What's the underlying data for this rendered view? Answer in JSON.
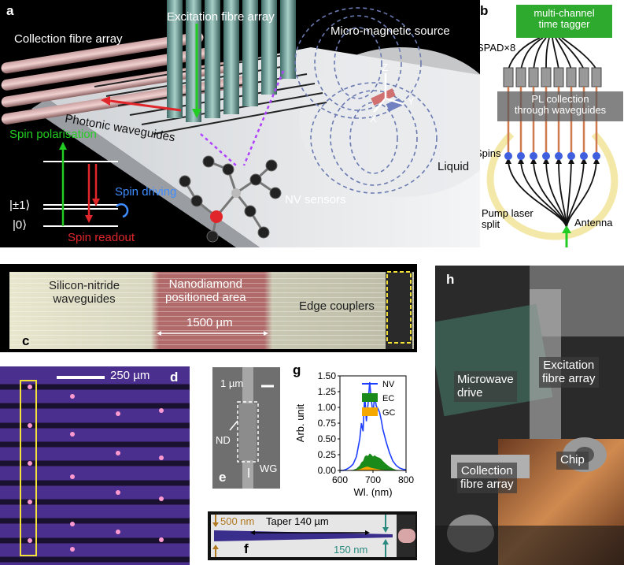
{
  "panel_a": {
    "letter": "a",
    "collection_fibre_array": "Collection fibre array",
    "excitation_fibre_array": "Excitation fibre array",
    "micro_magnetic_source": "Micro-magnetic source",
    "photonic_waveguides": "Photonic waveguides",
    "spin_polarisation": "Spin polarisation",
    "spin_driving": "Spin driving",
    "spin_readout": "Spin readout",
    "state_pm1": "|±1⟩",
    "state_0": "|0⟩",
    "nv_sensors": "NV sensors",
    "liquid": "Liquid",
    "axis_z": "Z",
    "axis_y": "Y",
    "axis_x": "X"
  },
  "panel_b": {
    "letter": "b",
    "time_tagger": "multi-channel\ntime tagger",
    "spad": "SPAD×8",
    "pl_collection": "PL collection\nthrough waveguides",
    "spins": "Spins",
    "pump_laser": "Pump laser\nsplit",
    "antenna": "Antenna"
  },
  "panel_c": {
    "letter": "c",
    "silicon_nitride": "Silicon-nitride\nwaveguides",
    "nanodiamond_area": "Nanodiamond\npositioned area",
    "edge_couplers": "Edge couplers",
    "scale_1500": "1500 µm"
  },
  "panel_d": {
    "letter": "d",
    "scale_250": "250 µm"
  },
  "panel_e": {
    "letter": "e",
    "scale_1um": "1 µm",
    "nd": "ND",
    "wg": "WG"
  },
  "panel_f": {
    "letter": "f",
    "w500": "500 nm",
    "taper": "Taper 140 µm",
    "w150": "150 nm"
  },
  "panel_h": {
    "letter": "h",
    "microwave_drive": "Microwave\ndrive",
    "excitation_fibre_array": "Excitation\nfibre array",
    "collection_fibre_array": "Collection\nfibre array",
    "chip": "Chip"
  },
  "colors": {
    "nv": "#1f3fff",
    "ec": "#1a8a1a",
    "gc": "#f5a800",
    "spin_green": "#22cc22",
    "spin_red": "#e0262a",
    "spin_blue": "#3f8cff",
    "tagger_green": "#2eaa2e"
  },
  "chart_data": {
    "type": "area",
    "letter": "g",
    "title": "",
    "xlabel": "Wl. (nm)",
    "ylabel": "Arb. unit",
    "xlim": [
      600,
      800
    ],
    "ylim": [
      0,
      1.5
    ],
    "xticks": [
      600,
      700,
      800
    ],
    "yticks": [
      0.0,
      0.25,
      0.5,
      0.75,
      1.0,
      1.25,
      1.5
    ],
    "ytick_labels": [
      "0.00",
      "0.25",
      "0.50",
      "0.75",
      "1.00",
      "1.25",
      "1.50"
    ],
    "xtick_labels": [
      "600",
      "700",
      "800"
    ],
    "legend_position": "top-right",
    "x": [
      600,
      610,
      620,
      630,
      640,
      650,
      660,
      665,
      670,
      675,
      680,
      685,
      690,
      695,
      700,
      705,
      710,
      715,
      720,
      725,
      730,
      740,
      750,
      760,
      770,
      780,
      790,
      800
    ],
    "series": [
      {
        "name": "NV",
        "style": "line",
        "values": [
          0.0,
          0.0,
          0.02,
          0.05,
          0.1,
          0.22,
          0.5,
          0.75,
          0.62,
          1.2,
          0.78,
          1.05,
          1.4,
          1.12,
          0.9,
          1.18,
          1.02,
          0.98,
          0.92,
          0.8,
          0.65,
          0.45,
          0.28,
          0.15,
          0.08,
          0.04,
          0.02,
          0.01
        ]
      },
      {
        "name": "EC",
        "style": "area",
        "values": [
          0.0,
          0.0,
          0.0,
          0.005,
          0.01,
          0.03,
          0.08,
          0.13,
          0.15,
          0.22,
          0.24,
          0.23,
          0.27,
          0.25,
          0.22,
          0.24,
          0.22,
          0.21,
          0.2,
          0.18,
          0.15,
          0.1,
          0.06,
          0.03,
          0.01,
          0.005,
          0.0,
          0.0
        ]
      },
      {
        "name": "GC",
        "style": "area",
        "values": [
          0.0,
          0.0,
          0.0,
          0.0,
          0.005,
          0.01,
          0.02,
          0.03,
          0.04,
          0.05,
          0.06,
          0.06,
          0.05,
          0.04,
          0.035,
          0.03,
          0.025,
          0.02,
          0.015,
          0.01,
          0.01,
          0.005,
          0.0,
          0.0,
          0.0,
          0.0,
          0.0,
          0.0
        ]
      }
    ]
  }
}
